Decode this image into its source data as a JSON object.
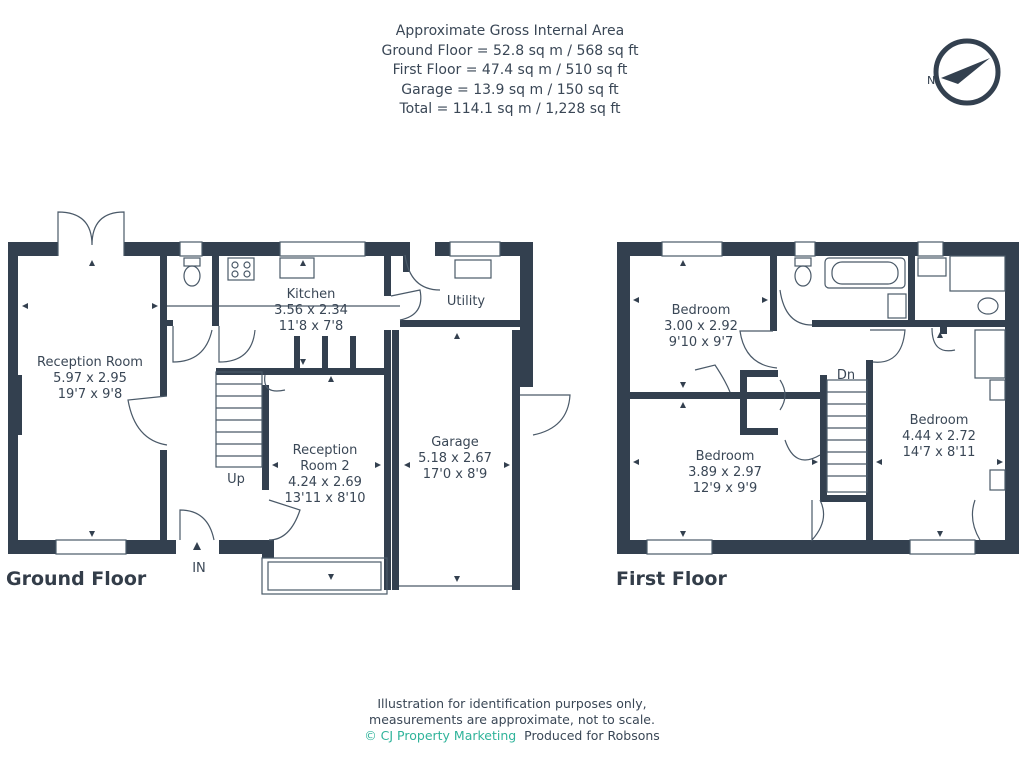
{
  "header": {
    "title": "Approximate Gross Internal Area",
    "ground_floor": "Ground Floor = 52.8 sq m / 568 sq ft",
    "first_floor": "First Floor = 47.4 sq m / 510 sq ft",
    "garage": "Garage = 13.9 sq m / 150 sq ft",
    "total": "Total = 114.1 sq m / 1,228 sq ft"
  },
  "compass": {
    "letter": "N",
    "icon": "north-arrow-icon"
  },
  "ground_floor": {
    "title": "Ground Floor",
    "entrance_label": "IN",
    "stairs_label": "Up",
    "rooms": {
      "reception_room": {
        "name": "Reception Room",
        "metric": "5.97 x 2.95",
        "imperial": "19'7 x 9'8"
      },
      "kitchen": {
        "name": "Kitchen",
        "metric": "3.56 x 2.34",
        "imperial": "11'8 x 7'8"
      },
      "utility": {
        "name": "Utility"
      },
      "reception_room_2": {
        "name_line1": "Reception",
        "name_line2": "Room 2",
        "metric": "4.24 x 2.69",
        "imperial": "13'11 x 8'10"
      },
      "garage": {
        "name": "Garage",
        "metric": "5.18 x 2.67",
        "imperial": "17'0 x 8'9"
      }
    }
  },
  "first_floor": {
    "title": "First Floor",
    "stairs_label": "Dn",
    "rooms": {
      "bedroom_1": {
        "name": "Bedroom",
        "metric": "3.00 x 2.92",
        "imperial": "9'10 x 9'7"
      },
      "bedroom_2": {
        "name": "Bedroom",
        "metric": "3.89 x 2.97",
        "imperial": "12'9 x 9'9"
      },
      "bedroom_3": {
        "name": "Bedroom",
        "metric": "4.44 x 2.72",
        "imperial": "14'7 x 8'11"
      }
    }
  },
  "footer": {
    "line1": "Illustration for identification purposes only,",
    "line2": "measurements are approximate, not to scale.",
    "brand": "© CJ Property Marketing",
    "produced": "Produced for Robsons"
  },
  "colors": {
    "wall": "#33404f",
    "text": "#3a4756",
    "brand": "#2fb39a"
  }
}
